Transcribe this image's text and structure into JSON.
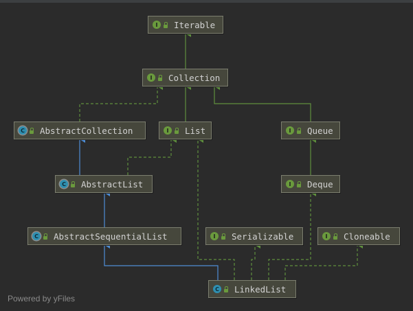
{
  "nodes": {
    "iterable": {
      "label": "Iterable",
      "kind": "interface",
      "badge": "I"
    },
    "collection": {
      "label": "Collection",
      "kind": "interface",
      "badge": "I"
    },
    "abstract_collection": {
      "label": "AbstractCollection",
      "kind": "abstract",
      "badge": "C"
    },
    "list": {
      "label": "List",
      "kind": "interface",
      "badge": "I"
    },
    "queue": {
      "label": "Queue",
      "kind": "interface",
      "badge": "I"
    },
    "abstract_list": {
      "label": "AbstractList",
      "kind": "abstract",
      "badge": "C"
    },
    "deque": {
      "label": "Deque",
      "kind": "interface",
      "badge": "I"
    },
    "abstract_sequential_list": {
      "label": "AbstractSequentialList",
      "kind": "abstract",
      "badge": "C"
    },
    "serializable": {
      "label": "Serializable",
      "kind": "interface",
      "badge": "I"
    },
    "cloneable": {
      "label": "Cloneable",
      "kind": "interface",
      "badge": "I"
    },
    "linked_list": {
      "label": "LinkedList",
      "kind": "class",
      "badge": "C"
    }
  },
  "edges": [
    {
      "from": "collection",
      "to": "iterable",
      "type": "extends-interface"
    },
    {
      "from": "abstract_collection",
      "to": "collection",
      "type": "implements"
    },
    {
      "from": "list",
      "to": "collection",
      "type": "extends-interface"
    },
    {
      "from": "queue",
      "to": "collection",
      "type": "extends-interface"
    },
    {
      "from": "abstract_list",
      "to": "abstract_collection",
      "type": "extends-class"
    },
    {
      "from": "abstract_list",
      "to": "list",
      "type": "implements"
    },
    {
      "from": "deque",
      "to": "queue",
      "type": "extends-interface"
    },
    {
      "from": "abstract_sequential_list",
      "to": "abstract_list",
      "type": "extends-class"
    },
    {
      "from": "linked_list",
      "to": "abstract_sequential_list",
      "type": "extends-class"
    },
    {
      "from": "linked_list",
      "to": "list",
      "type": "implements"
    },
    {
      "from": "linked_list",
      "to": "serializable",
      "type": "implements"
    },
    {
      "from": "linked_list",
      "to": "cloneable",
      "type": "implements"
    },
    {
      "from": "linked_list",
      "to": "deque",
      "type": "implements"
    }
  ],
  "colors": {
    "background": "#2b2b2b",
    "interface_edge": "#5f8f3e",
    "class_edge": "#4f8ed6",
    "node_fill": "#46473c",
    "node_border": "#7d7f70"
  },
  "footer": "Powered by yFiles"
}
